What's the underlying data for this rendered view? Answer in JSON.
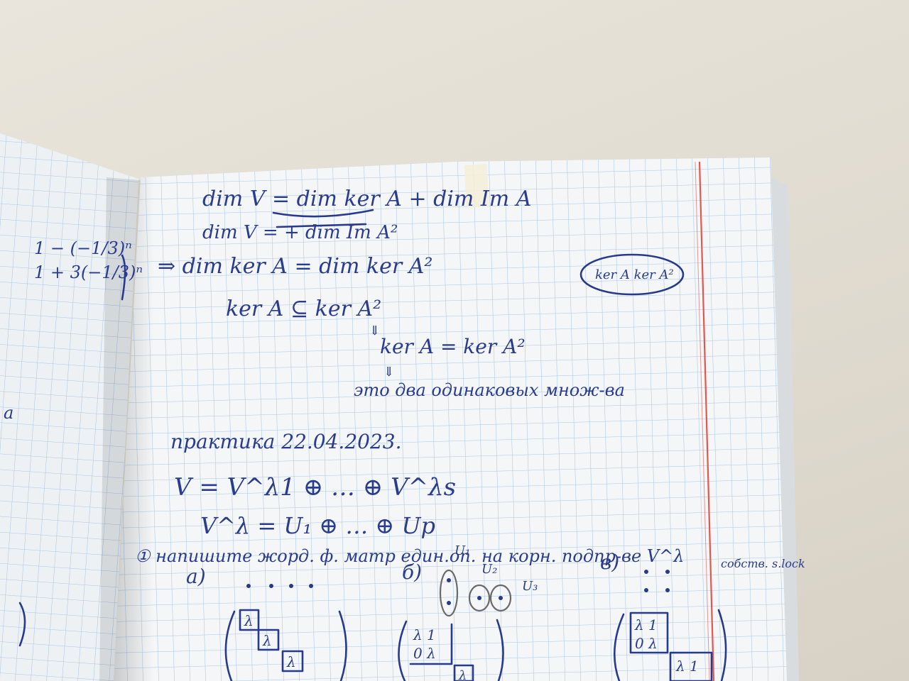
{
  "notes": {
    "line1": "dim V = dim ker A + dim Im A",
    "line2": "dim V =                  + dim Im A²",
    "line3": "⇒  dim ker A = dim ker A²",
    "circled": "ker A   ker A²",
    "line4": "ker A ⊆ ker A²",
    "line5": "ker A = ker A²",
    "line6": "это два одинаковых множ-ва",
    "heading": "практика   22.04.2023.",
    "line7": "V = V^λ1 ⊕ … ⊕ V^λs",
    "line8": "V^λ = U₁ ⊕ … ⊕ Up",
    "task": "① напишите жорд. ф. матр един.оп. на корн. подпр-ве V^λ",
    "task_side": "собств. s.lock",
    "label_a": "а)",
    "label_b": "б)",
    "label_c": "в)",
    "u1": "U₁",
    "u2": "U₂",
    "u3": "U₃",
    "left_page_1": "1 − (−1/3)ⁿ",
    "left_page_2": "1 + 3(−1/3)ⁿ",
    "left_page_a": "a"
  },
  "colors": {
    "grid": "#a9c6e6",
    "margin_line": "#e0584f",
    "ink": "#283a8c"
  }
}
